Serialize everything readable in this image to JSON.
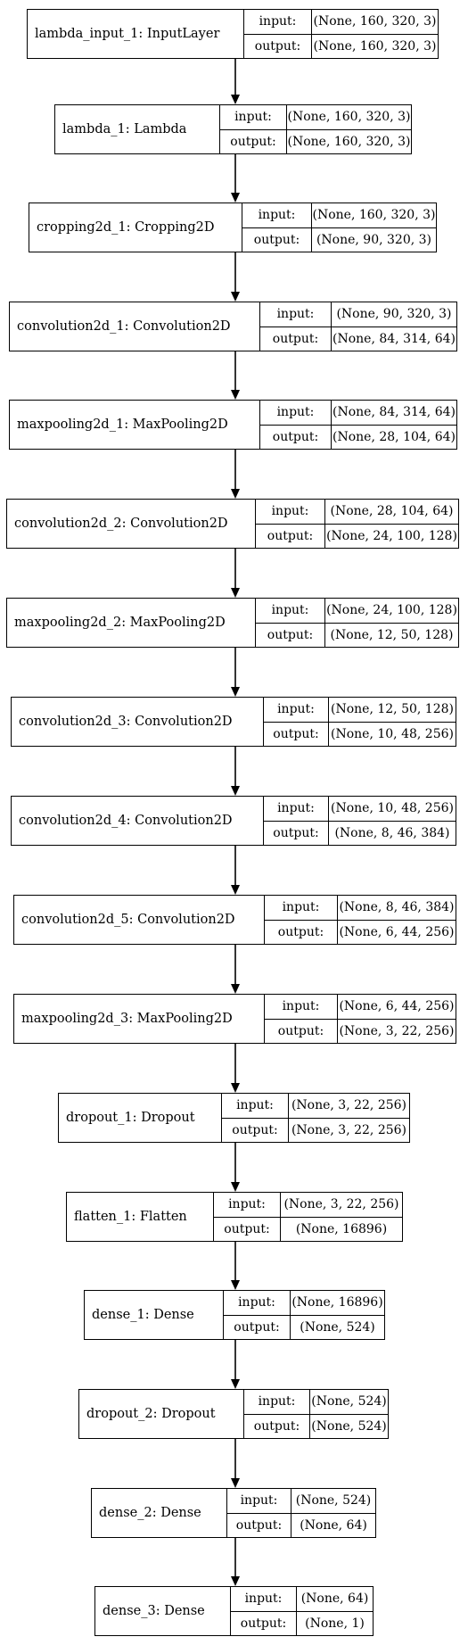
{
  "labels": {
    "input": "input:",
    "output": "output:"
  },
  "layers": [
    {
      "name": "lambda_input_1: InputLayer",
      "input": "(None, 160, 320, 3)",
      "output": "(None, 160, 320, 3)"
    },
    {
      "name": "lambda_1: Lambda",
      "input": "(None, 160, 320, 3)",
      "output": "(None, 160, 320, 3)"
    },
    {
      "name": "cropping2d_1: Cropping2D",
      "input": "(None, 160, 320, 3)",
      "output": "(None, 90, 320, 3)"
    },
    {
      "name": "convolution2d_1: Convolution2D",
      "input": "(None, 90, 320, 3)",
      "output": "(None, 84, 314, 64)"
    },
    {
      "name": "maxpooling2d_1: MaxPooling2D",
      "input": "(None, 84, 314, 64)",
      "output": "(None, 28, 104, 64)"
    },
    {
      "name": "convolution2d_2: Convolution2D",
      "input": "(None, 28, 104, 64)",
      "output": "(None, 24, 100, 128)"
    },
    {
      "name": "maxpooling2d_2: MaxPooling2D",
      "input": "(None, 24, 100, 128)",
      "output": "(None, 12, 50, 128)"
    },
    {
      "name": "convolution2d_3: Convolution2D",
      "input": "(None, 12, 50, 128)",
      "output": "(None, 10, 48, 256)"
    },
    {
      "name": "convolution2d_4: Convolution2D",
      "input": "(None, 10, 48, 256)",
      "output": "(None, 8, 46, 384)"
    },
    {
      "name": "convolution2d_5: Convolution2D",
      "input": "(None, 8, 46, 384)",
      "output": "(None, 6, 44, 256)"
    },
    {
      "name": "maxpooling2d_3: MaxPooling2D",
      "input": "(None, 6, 44, 256)",
      "output": "(None, 3, 22, 256)"
    },
    {
      "name": "dropout_1: Dropout",
      "input": "(None, 3, 22, 256)",
      "output": "(None, 3, 22, 256)"
    },
    {
      "name": "flatten_1: Flatten",
      "input": "(None, 3, 22, 256)",
      "output": "(None, 16896)"
    },
    {
      "name": "dense_1: Dense",
      "input": "(None, 16896)",
      "output": "(None, 524)"
    },
    {
      "name": "dropout_2: Dropout",
      "input": "(None, 524)",
      "output": "(None, 524)"
    },
    {
      "name": "dense_2: Dense",
      "input": "(None, 524)",
      "output": "(None, 64)"
    },
    {
      "name": "dense_3: Dense",
      "input": "(None, 64)",
      "output": "(None, 1)"
    }
  ]
}
